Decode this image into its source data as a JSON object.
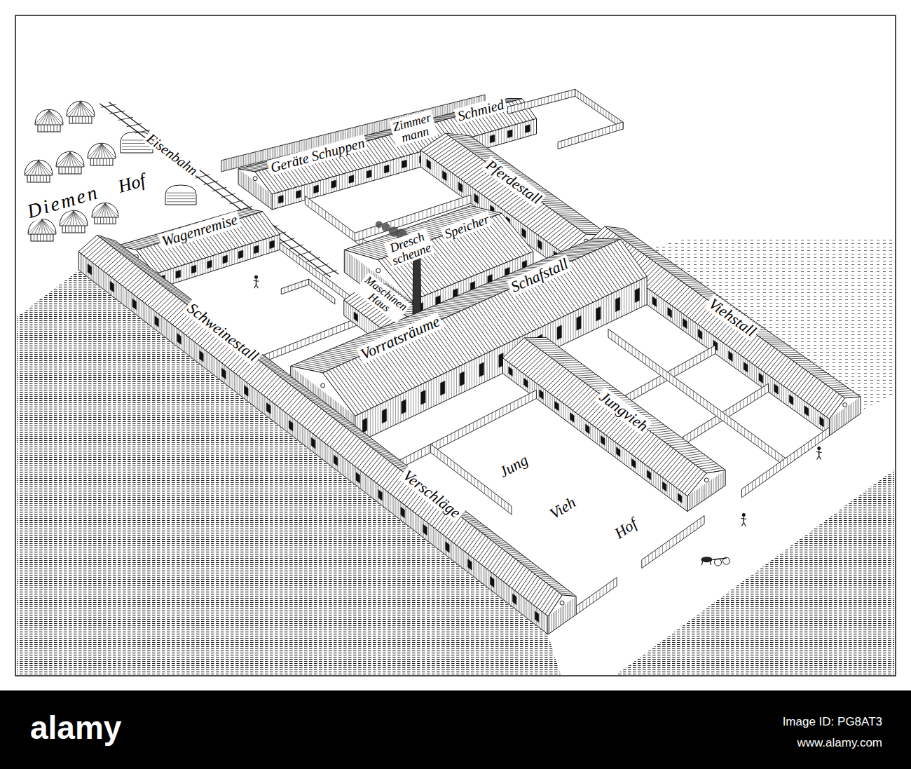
{
  "diagram": {
    "labels": [
      "Diemen",
      "Hof",
      "Eisenbahn",
      "Geräte Schuppen",
      "Zimmer mann",
      "Schmied",
      "Pferdestall",
      "Wagenremise",
      "Dresch scheune",
      "Speicher",
      "Maschinen Haus",
      "Vorratsräume",
      "Schafstall",
      "Viehstall",
      "Schweinestall",
      "Jungvieh",
      "Jung",
      "Vieh",
      "Hof",
      "Verschläge",
      "alamy",
      "Image ID: PG8AT3",
      "www.alamy.com"
    ]
  }
}
